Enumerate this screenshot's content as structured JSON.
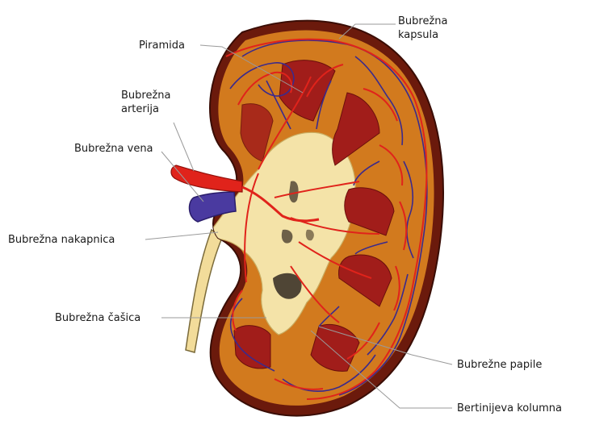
{
  "labels": {
    "kapsula": "Bubrežna kapsula",
    "piramida": "Piramida",
    "arterija": "Bubrežna arterija",
    "vena": "Bubrežna vena",
    "nakapnica": "Bubrežna nakapnica",
    "casica": "Bubrežna čašica",
    "papile": "Bubrežne papile",
    "kolumna": "Bertinijeva kolumna"
  },
  "colors": {
    "capsule": "#6b1a0c",
    "cortex": "#d27a1e",
    "pyramid": "#a11d1a",
    "pelvis": "#f4e3a8",
    "artery": "#e0231b",
    "vein": "#3b2a8c",
    "vein_trunk": "#4a3aa0"
  }
}
